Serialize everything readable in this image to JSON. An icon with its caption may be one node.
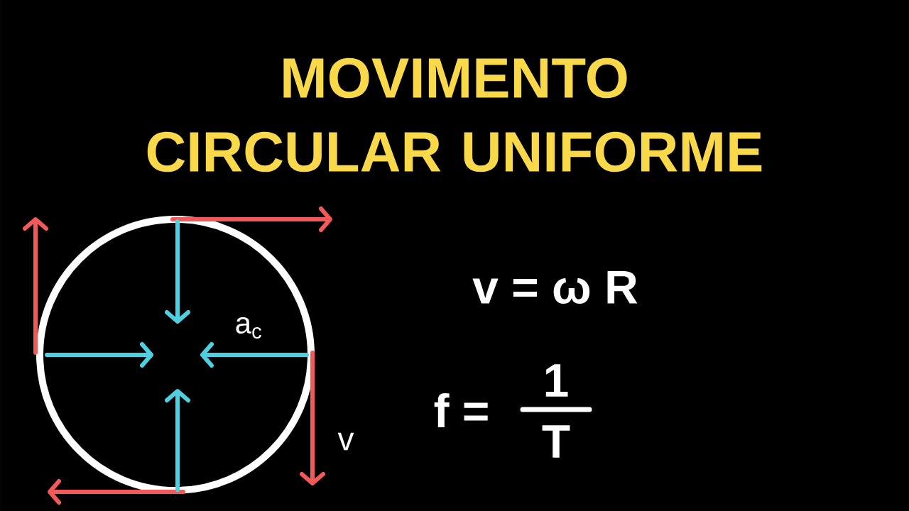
{
  "diagram": {
    "title": "MOVIMENTO CIRCULAR UNIFORME",
    "labels": [
      "a$_{c}$",
      "v",
      "v = ω R",
      "f =",
      "1",
      "T"
    ]
  }
}
